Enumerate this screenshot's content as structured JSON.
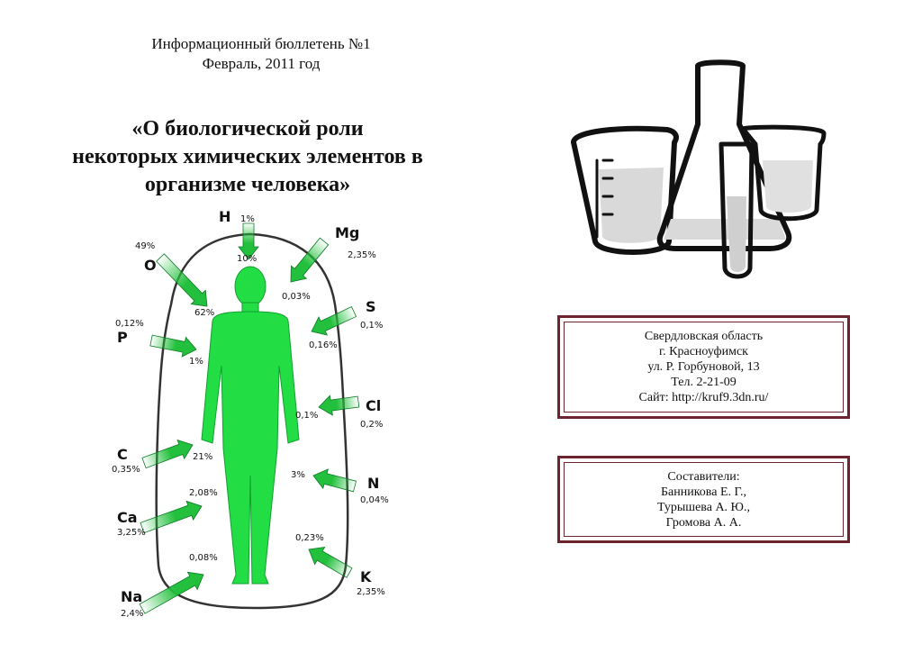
{
  "bulletin": {
    "line1": "Информационный бюллетень №1",
    "line2": "Февраль, 2011 год"
  },
  "title": {
    "line1": "«О биологической роли",
    "line2": "некоторых химических элементов в",
    "line3": "организме человека»"
  },
  "elements": [
    {
      "symbol": "H",
      "outer": "1%",
      "inner": "10%"
    },
    {
      "symbol": "O",
      "outer": "49%",
      "inner": "62%"
    },
    {
      "symbol": "Mg",
      "outer": "2,35%",
      "inner": "0,03%"
    },
    {
      "symbol": "S",
      "outer": "0,1%",
      "inner": "0,16%"
    },
    {
      "symbol": "P",
      "outer": "0,12%",
      "inner": "1%"
    },
    {
      "symbol": "Cl",
      "outer": "0,2%",
      "inner": "0,1%"
    },
    {
      "symbol": "C",
      "outer": "0,35%",
      "inner": "21%"
    },
    {
      "symbol": "N",
      "outer": "0,04%",
      "inner": "3%"
    },
    {
      "symbol": "Ca",
      "outer": "3,25%",
      "inner": "2,08%"
    },
    {
      "symbol": "K",
      "outer": "2,35%",
      "inner": "0,23%"
    },
    {
      "symbol": "Na",
      "outer": "2,4%",
      "inner": "0,08%"
    }
  ],
  "contact": {
    "region": "Свердловская область",
    "city": "г. Красноуфимск",
    "street": "ул. Р. Горбуновой, 13",
    "phone": "Тел. 2-21-09",
    "site": "Сайт: http://kruf9.3dn.ru/"
  },
  "authors": {
    "heading": "Составители:",
    "names": [
      "Банникова Е. Г.,",
      "Турышева А. Ю.,",
      "Громова А. А."
    ]
  },
  "colors": {
    "figure_green": "#22dd44",
    "arrow_green": "#22c03c",
    "frame_border": "#6e2430"
  }
}
